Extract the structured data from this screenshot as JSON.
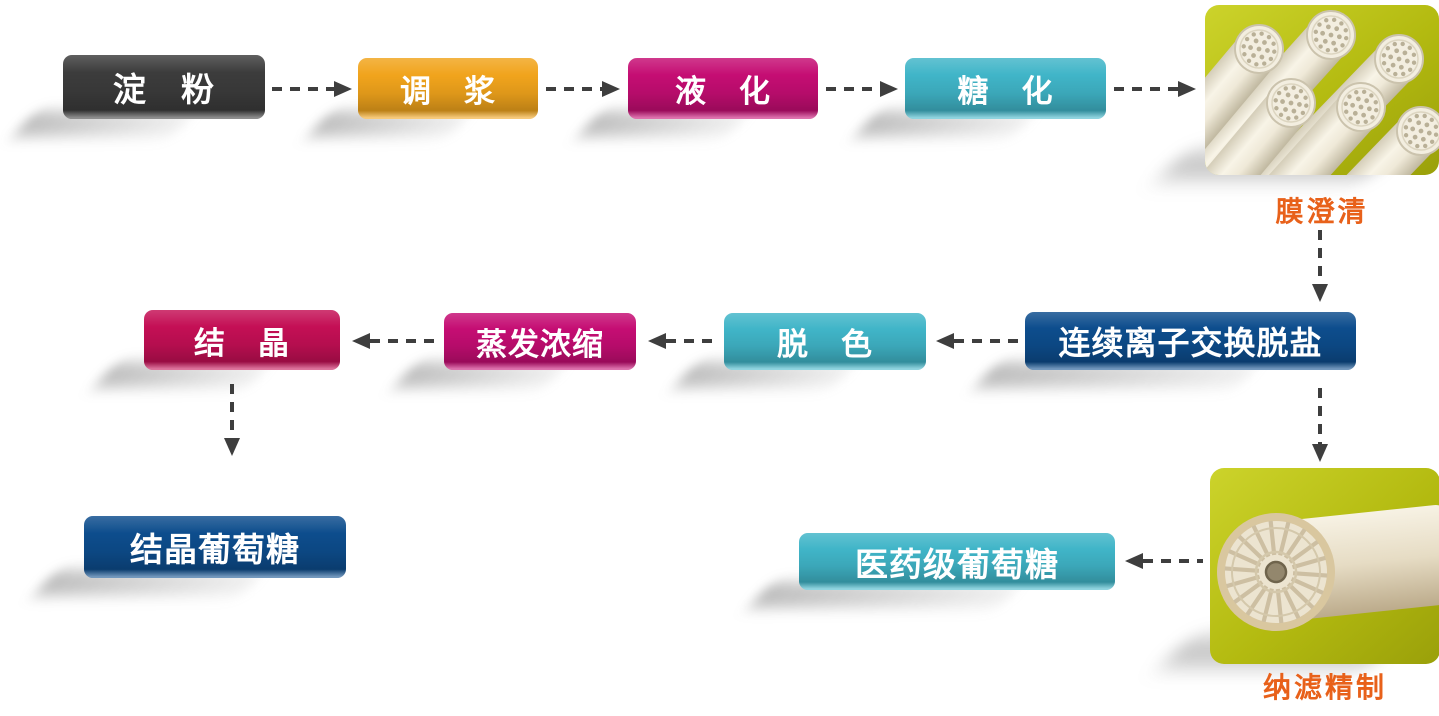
{
  "diagram": {
    "background_color": "#ffffff",
    "arrow_color": "#3e3e3e",
    "caption_color": "#e8611a",
    "box_text_color": "#ffffff",
    "photo_card_color": "#b3ba10",
    "boxes": [
      {
        "id": "starch",
        "label": "淀　粉",
        "color": "#3c3c3c"
      },
      {
        "id": "slurry-mixing",
        "label": "调　浆",
        "color": "#f1a41c"
      },
      {
        "id": "liquefaction",
        "label": "液　化",
        "color": "#c50d73"
      },
      {
        "id": "saccharification",
        "label": "糖　化",
        "color": "#40b5c8"
      },
      {
        "id": "continuous-ion-exchange-desalting",
        "label": "连续离子交换脱盐",
        "color": "#0d4d8d"
      },
      {
        "id": "decolorization",
        "label": "脱　色",
        "color": "#40b5c8"
      },
      {
        "id": "evaporation-concentration",
        "label": "蒸发浓缩",
        "color": "#c50d73"
      },
      {
        "id": "crystallization",
        "label": "结　晶",
        "color": "#c40f55"
      },
      {
        "id": "crystalline-glucose",
        "label": "结晶葡萄糖",
        "color": "#0d4d8d"
      },
      {
        "id": "pharma-grade-glucose",
        "label": "医药级葡萄糖",
        "color": "#40b5c8"
      }
    ],
    "captions": [
      {
        "id": "membrane-clarification",
        "label": "膜澄清"
      },
      {
        "id": "nanofiltration-refining",
        "label": "纳滤精制"
      }
    ],
    "photos": [
      {
        "id": "ceramic-membrane-tubes"
      },
      {
        "id": "spiral-wound-membrane-elements"
      }
    ]
  }
}
